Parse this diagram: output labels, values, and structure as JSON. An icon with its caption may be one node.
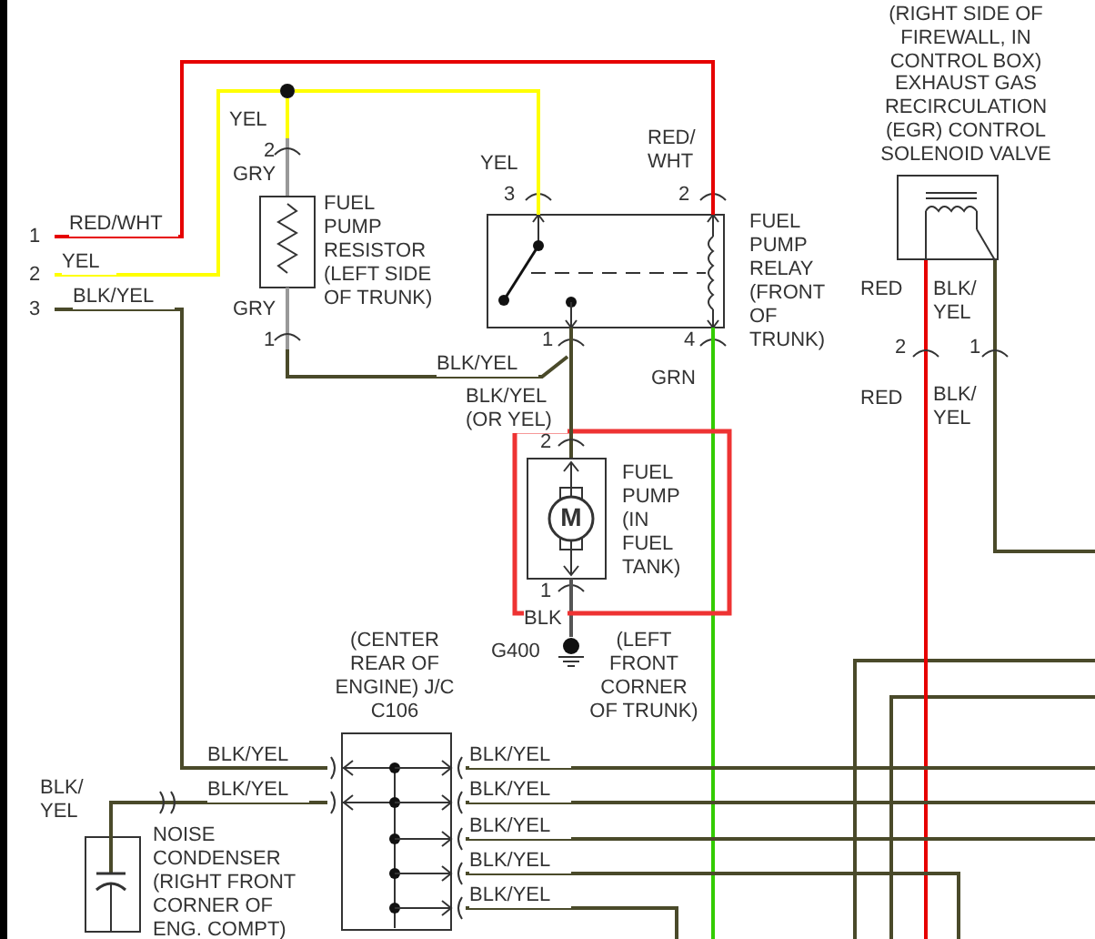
{
  "diagram": {
    "nodes": [
      {
        "text": [
          "1"
        ]
      },
      {
        "text": [
          "2"
        ]
      },
      {
        "text": [
          "3"
        ]
      },
      {
        "text": [],
        "shape": "circle"
      },
      {
        "text": [
          "FUEL PUMP RESISTOR (LEFT SIDE OF TRUNK)"
        ]
      },
      {
        "text": [
          "FUEL PUMP RELAY (FRONT OF TRUNK)"
        ]
      },
      {
        "text": [
          "M",
          "FUEL PUMP (IN FUEL TANK)"
        ]
      },
      {
        "text": [
          "G400"
        ],
        "beside": [
          "(LEFT FRONT CORNER OF TRUNK)"
        ]
      },
      {
        "text": [
          "(RIGHT SIDE OF FIREWALL, IN CONTROL BOX)",
          "EXHAUST GAS RECIRCULATION (EGR) CONTROL SOLENOID VALVE"
        ]
      },
      {
        "text": [
          "(CENTER REAR OF ENGINE) J/C C106"
        ]
      },
      {
        "text": [
          "NOISE CONDENSER (RIGHT FRONT CORNER OF ENG. COMPT)"
        ]
      }
    ],
    "edges": [
      {
        "from": 0,
        "to": 5,
        "arrow": "none",
        "label": "RED/WHT",
        "color": "#e60000"
      },
      {
        "from": 1,
        "to": 3,
        "arrow": "none",
        "label": "YEL",
        "color": "#ffff00"
      },
      {
        "from": 2,
        "to": 9,
        "arrow": "none",
        "label": "BLK/YEL"
      },
      {
        "from": 3,
        "to": 4,
        "arrow": "none",
        "label": "YEL",
        "color": "#ffff00"
      },
      {
        "from": 3,
        "to": 5,
        "arrow": "none",
        "label": "YEL",
        "color": "#ffff00"
      },
      {
        "from": 4,
        "to": 5,
        "arrow": "none",
        "label": "BLK/YEL"
      },
      {
        "from": 5,
        "to": 6,
        "arrow": "none",
        "label": "BLK/YEL (OR YEL)"
      },
      {
        "from": 6,
        "to": 7,
        "arrow": "none",
        "label": "BLK",
        "color": "#555555"
      },
      {
        "from": 5,
        "to": null,
        "arrow": "none",
        "label": "GRN",
        "color": "#33cc00"
      },
      {
        "from": 8,
        "to": null,
        "arrow": "none",
        "label": "RED",
        "color": "#e60000"
      },
      {
        "from": 8,
        "to": null,
        "arrow": "none",
        "label": "BLK/ YEL"
      },
      {
        "from": 10,
        "to": 9,
        "arrow": "none",
        "label": "BLK/YEL"
      },
      {
        "from": 9,
        "to": null,
        "arrow": "none",
        "label": "BLK/YEL"
      },
      {
        "from": 9,
        "to": null,
        "arrow": "none",
        "label": "BLK/YEL"
      },
      {
        "from": 9,
        "to": null,
        "arrow": "none",
        "label": "BLK/YEL"
      },
      {
        "from": 9,
        "to": null,
        "arrow": "none",
        "label": "BLK/YEL"
      },
      {
        "from": 9,
        "to": null,
        "arrow": "none",
        "label": "BLK/YEL"
      }
    ],
    "labels": [
      "2",
      "GRY",
      "3",
      "RED/ WHT",
      "2",
      "GRY",
      "1",
      "1",
      "4",
      "2",
      "1",
      "RED",
      "BLK/ YEL",
      "2",
      "1",
      "BLK/YEL",
      "BLK/ YEL"
    ]
  }
}
